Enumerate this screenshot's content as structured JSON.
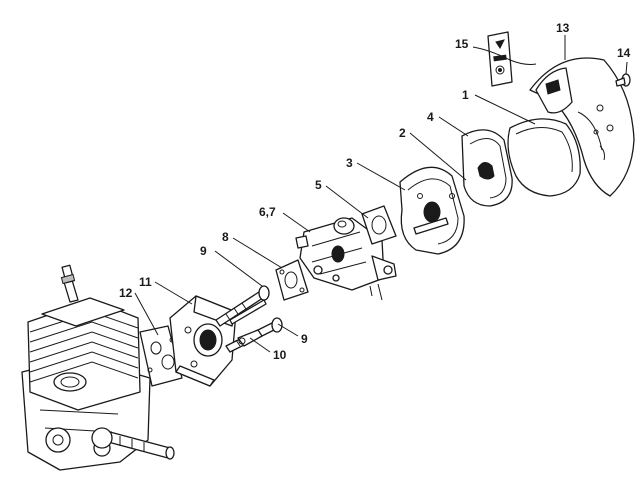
{
  "callouts": [
    {
      "id": "1",
      "label": "1"
    },
    {
      "id": "2",
      "label": "2"
    },
    {
      "id": "3",
      "label": "3"
    },
    {
      "id": "4",
      "label": "4"
    },
    {
      "id": "5",
      "label": "5"
    },
    {
      "id": "6_7",
      "label": "6,7"
    },
    {
      "id": "8",
      "label": "8"
    },
    {
      "id": "9a",
      "label": "9"
    },
    {
      "id": "9b",
      "label": "9"
    },
    {
      "id": "10",
      "label": "10"
    },
    {
      "id": "11",
      "label": "11"
    },
    {
      "id": "12",
      "label": "12"
    },
    {
      "id": "13",
      "label": "13"
    },
    {
      "id": "14",
      "label": "14"
    },
    {
      "id": "15",
      "label": "15"
    }
  ],
  "colors": {
    "line": "#1a1a1a",
    "background": "#ffffff",
    "shade": "#bdbdbd"
  }
}
